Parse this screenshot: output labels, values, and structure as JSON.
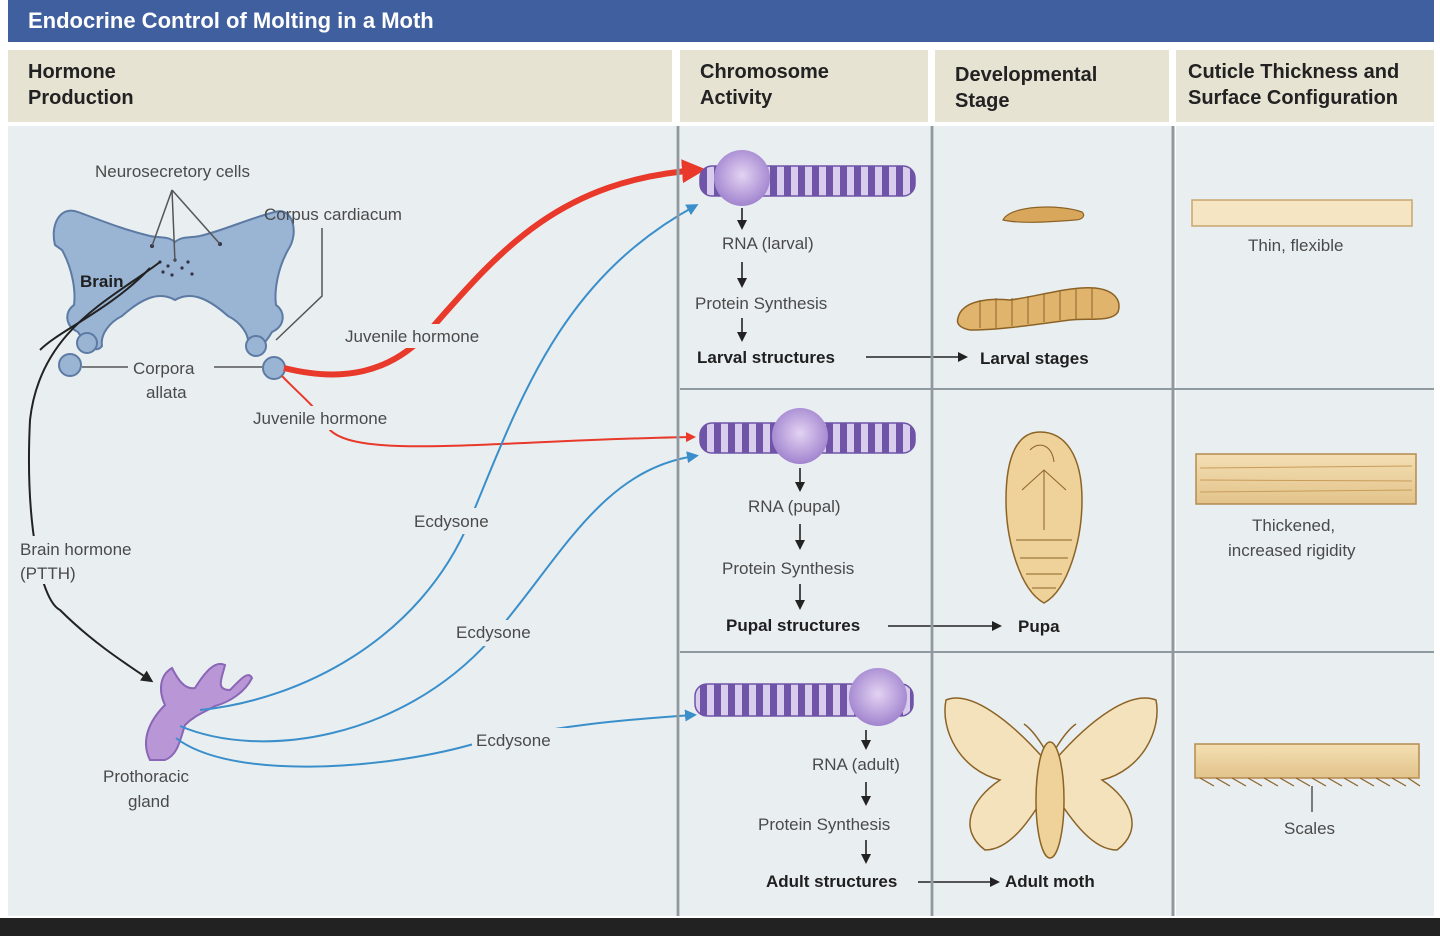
{
  "title": "Endocrine Control of Molting in a Moth",
  "columns": {
    "hormone": [
      "Hormone",
      "Production"
    ],
    "chromosome": [
      "Chromosome",
      "Activity"
    ],
    "stage": [
      "Developmental",
      "Stage"
    ],
    "cuticle": [
      "Cuticle Thickness and",
      "Surface Configuration"
    ]
  },
  "labels": {
    "neurosecretory": "Neurosecretory cells",
    "corpus_cardiacum": "Corpus cardiacum",
    "brain": "Brain",
    "corpora_1": "Corpora",
    "corpora_2": "allata",
    "jh_upper": "Juvenile hormone",
    "jh_lower": "Juvenile hormone",
    "brain_hormone_1": "Brain hormone",
    "brain_hormone_2": "(PTTH)",
    "ecdysone_1": "Ecdysone",
    "ecdysone_2": "Ecdysone",
    "ecdysone_3": "Ecdysone",
    "prothoracic_1": "Prothoracic",
    "prothoracic_2": "gland"
  },
  "rows": [
    {
      "rna": "RNA (larval)",
      "protein": "Protein Synthesis",
      "structures": "Larval structures",
      "stage": "Larval stages",
      "cuticle": "Thin, flexible"
    },
    {
      "rna": "RNA (pupal)",
      "protein": "Protein Synthesis",
      "structures": "Pupal structures",
      "stage": "Pupa",
      "cuticle_1": "Thickened,",
      "cuticle_2": "increased rigidity"
    },
    {
      "rna": "RNA (adult)",
      "protein": "Protein Synthesis",
      "structures": "Adult structures",
      "stage": "Adult moth",
      "cuticle": "Scales"
    }
  ],
  "colors": {
    "title_bar": "#3f5f9e",
    "header_bg": "#e6e3d3",
    "panel_bg": "#e9eff1",
    "juvenile": "#e8392b",
    "ecdysone": "#3a8fcb",
    "chromosome": "#8d6cc0",
    "brain": "#9ab4d4"
  }
}
